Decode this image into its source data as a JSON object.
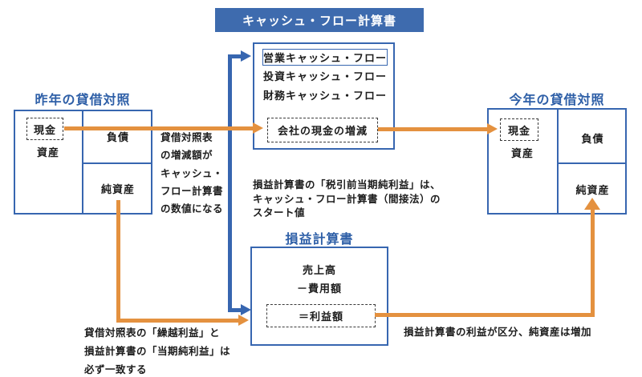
{
  "colors": {
    "blue": "#3766b0",
    "blue-fill": "#3e6bae",
    "orange": "#e4913f",
    "head": "#2e5fa7",
    "ink": "#1c1c1c"
  },
  "title_banner": {
    "label": "キャッシュ・フロー計算書"
  },
  "cash_flow_box": {
    "operating": "営業キャッシュ・フロー",
    "investing": "投資キャッシュ・フロー",
    "financing": "財務キャッシュ・フロー",
    "cash_change": "会社の現金の増減"
  },
  "last_year_bs": {
    "heading": "昨年の貸借対照",
    "cash": "現金",
    "assets": "資産",
    "liabilities": "負債",
    "net_assets": "純資産"
  },
  "this_year_bs": {
    "heading": "今年の貸借対照",
    "cash": "現金",
    "assets": "資産",
    "liabilities": "負債",
    "net_assets": "純資産"
  },
  "income_statement": {
    "heading": "損益計算書",
    "sales": "売上高",
    "expenses": "－費用額",
    "profit": "＝利益額"
  },
  "annotations": {
    "bs_change": [
      "貸借対照表",
      "の増減額が",
      "キャッシュ・",
      "フロー計算書",
      "の数値になる"
    ],
    "pl_start": [
      "損益計算書の「税引前当期純利益」は、",
      "キャッシュ・フロー計算書（間接法）の",
      "スタート値"
    ],
    "retained_match": [
      "貸借対照表の「繰越利益」と",
      "損益計算書の「当期純利益」は",
      "必ず一致する"
    ],
    "profit_to_net_assets": [
      "損益計算書の利益が区分、純資産は増加"
    ]
  }
}
